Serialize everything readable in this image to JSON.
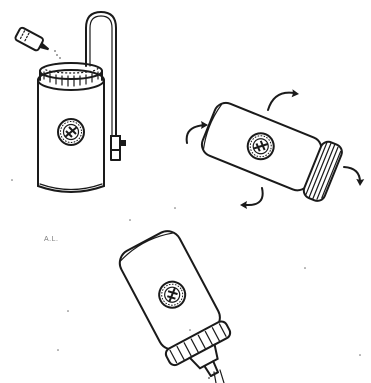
{
  "figure": {
    "style": "black line-art drawing on white background",
    "panels": [
      {
        "id": "fill",
        "objects": [
          "squeeze-bottle",
          "upright-container",
          "tube-with-clamp",
          "label-emblem"
        ]
      },
      {
        "id": "rotate",
        "objects": [
          "tilted-container",
          "cap",
          "rotation-arrows",
          "label-emblem"
        ]
      },
      {
        "id": "invert",
        "objects": [
          "inverted-container",
          "nozzle-cap",
          "drips",
          "label-emblem"
        ]
      }
    ],
    "rotation_arrow_count": 4,
    "stray_mark": "A.L.",
    "colors": {
      "ink": "#1a1a1a",
      "background": "#ffffff"
    }
  }
}
